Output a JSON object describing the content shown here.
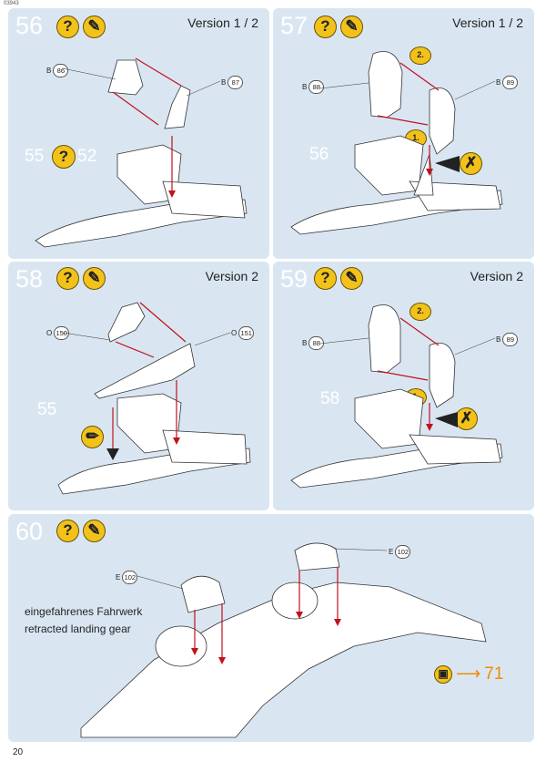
{
  "doc_code": "03943",
  "page_number": "20",
  "steps": [
    {
      "number": "56",
      "version": "Version 1 / 2",
      "ref_step": "55",
      "ref_step2": "52",
      "parts": [
        {
          "letter": "B",
          "num": "86"
        },
        {
          "letter": "B",
          "num": "87"
        }
      ]
    },
    {
      "number": "57",
      "version": "Version 1 / 2",
      "ref_step": "56",
      "order1": "1.",
      "order2": "2.",
      "parts": [
        {
          "letter": "B",
          "num": "88"
        },
        {
          "letter": "B",
          "num": "89"
        }
      ]
    },
    {
      "number": "58",
      "version": "Version 2",
      "ref_step": "55",
      "parts": [
        {
          "letter": "O",
          "num": "150"
        },
        {
          "letter": "O",
          "num": "151"
        }
      ]
    },
    {
      "number": "59",
      "version": "Version 2",
      "ref_step": "58",
      "order1": "1.",
      "order2": "2.",
      "parts": [
        {
          "letter": "B",
          "num": "88"
        },
        {
          "letter": "B",
          "num": "89"
        }
      ]
    },
    {
      "number": "60",
      "caption_de": "eingefahrenes Fahrwerk",
      "caption_en": "retracted landing gear",
      "parts": [
        {
          "letter": "E",
          "num": "102"
        },
        {
          "letter": "E",
          "num": "102"
        }
      ],
      "next_step": "71"
    }
  ],
  "icons": {
    "help": "question-mark-icon",
    "glue": "glue-tube-icon",
    "paint": "paint-brush-icon",
    "no_glue": "no-glue-icon"
  },
  "colors": {
    "panel": "#d9e6f2",
    "accent": "#f2c21a",
    "arrow": "#c0121d",
    "next_step": "#f08c00"
  }
}
